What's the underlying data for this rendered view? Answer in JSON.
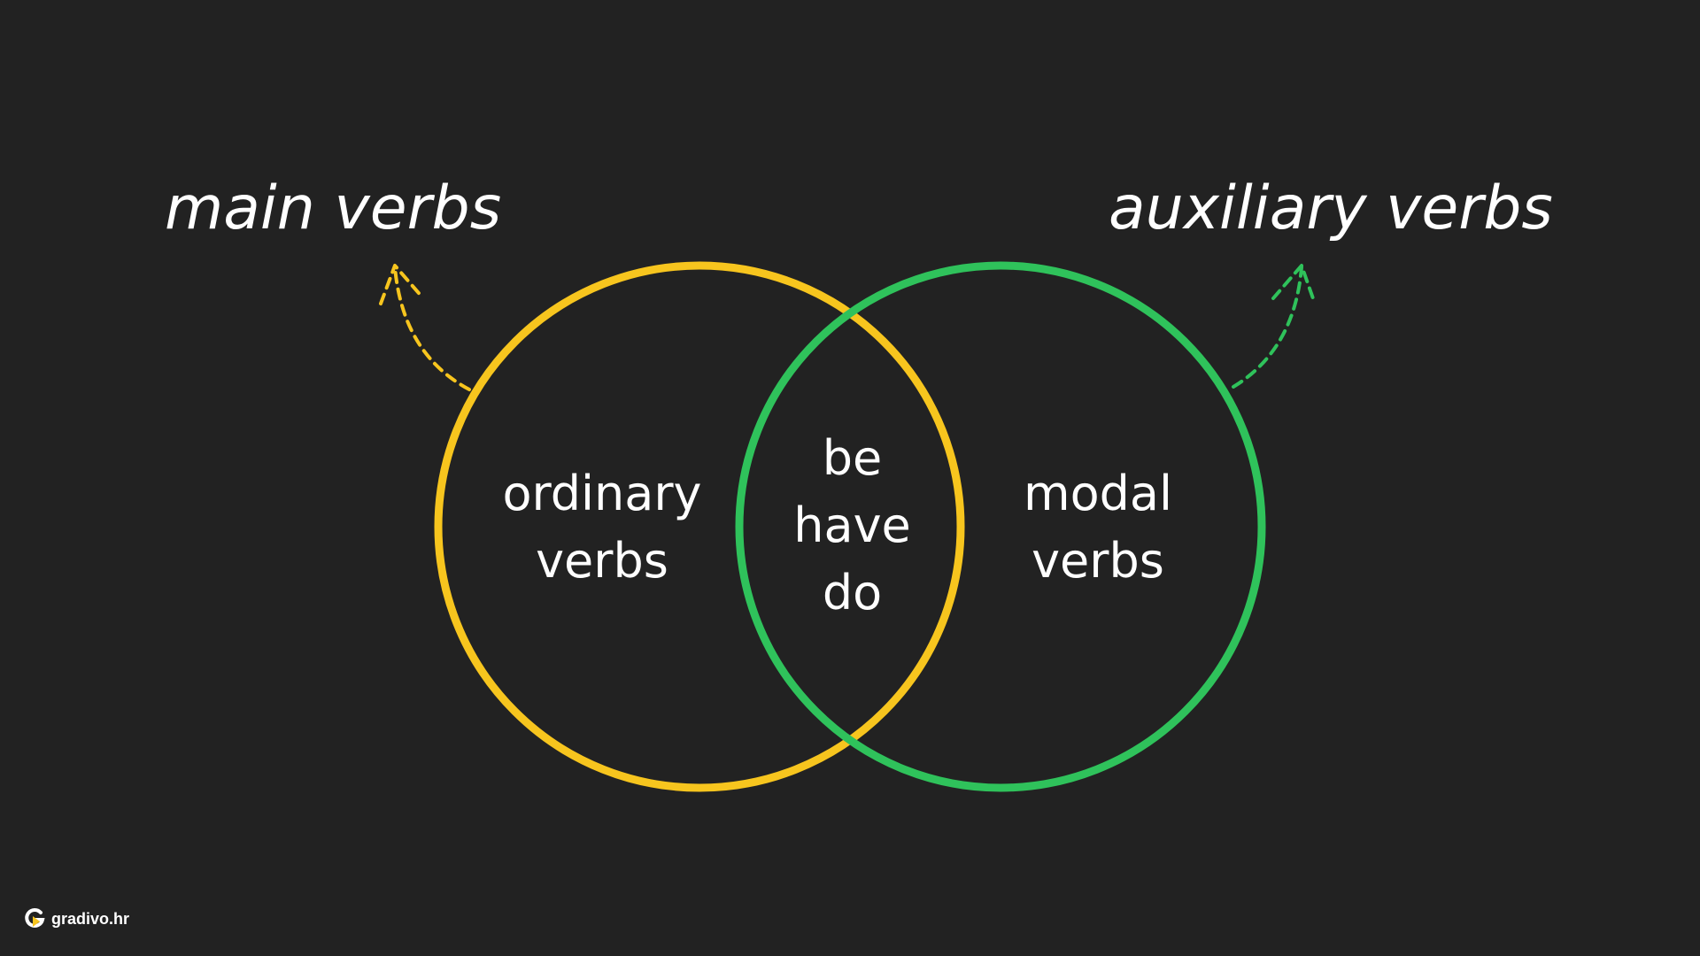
{
  "colors": {
    "background": "#222222",
    "main": "#f7c51e",
    "auxiliary": "#2fc25b",
    "text": "#ffffff"
  },
  "headings": {
    "main": "main verbs",
    "auxiliary": "auxiliary verbs"
  },
  "regions": {
    "ordinary": [
      "ordinary",
      "verbs"
    ],
    "overlap": [
      "be",
      "have",
      "do"
    ],
    "modal": [
      "modal",
      "verbs"
    ]
  },
  "brand": {
    "name": "gradivo.hr",
    "icon": "gradivo-logo-icon"
  }
}
